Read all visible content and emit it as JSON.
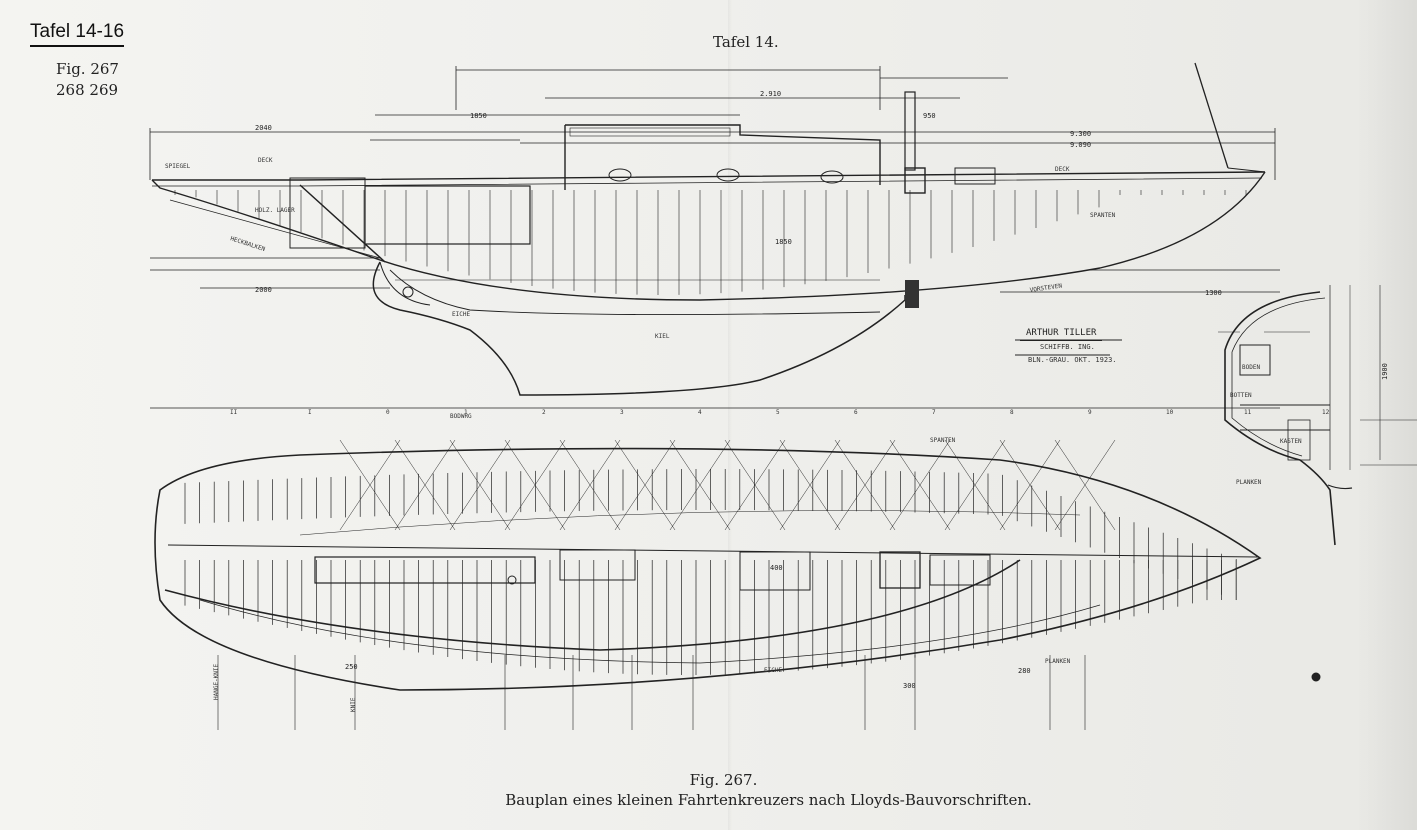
{
  "plate_label": "Tafel 14-16",
  "figure_refs": [
    "Fig. 267",
    "268 269"
  ],
  "tafel_title": "Tafel 14.",
  "figure_number": "Fig. 267.",
  "caption": "Bauplan eines kleinen Fahrtenkreuzers nach Lloyds-Bauvorschriften.",
  "signature": {
    "name": "ARTHUR TILLER",
    "line2": "SCHIFFB. ING.",
    "line3": "BLN.-GRAU. OKT. 1923."
  },
  "dimensions": {
    "length_overall": "9.300",
    "waterline_top": "9.090",
    "main": "2.910",
    "a": "2040",
    "b": "1850",
    "c": "1850",
    "d": "2000",
    "e": "1300",
    "f": "1900",
    "g": "950",
    "h": "400",
    "i": "300",
    "j": "280",
    "k": "250"
  },
  "annotations_profile": [
    "SPIEGEL",
    "DECK",
    "HOLZ. LAGER",
    "HECKBALKEN",
    "KIEL",
    "VORSTEVEN",
    "SPANTEN",
    "EICHE",
    "DECK"
  ],
  "annotations_plan": [
    "BODWRG",
    "SPANTEN",
    "PLANKEN",
    "HANGE-KNIE",
    "KNIE",
    "EICHE"
  ],
  "section_labels": [
    "BODEN",
    "BOTTEN",
    "KASTEN",
    "PLANKEN"
  ],
  "station_numbers": [
    "II",
    "I",
    "0",
    "1",
    "2",
    "3",
    "4",
    "5",
    "6",
    "7",
    "8",
    "9",
    "10",
    "11",
    "12"
  ]
}
